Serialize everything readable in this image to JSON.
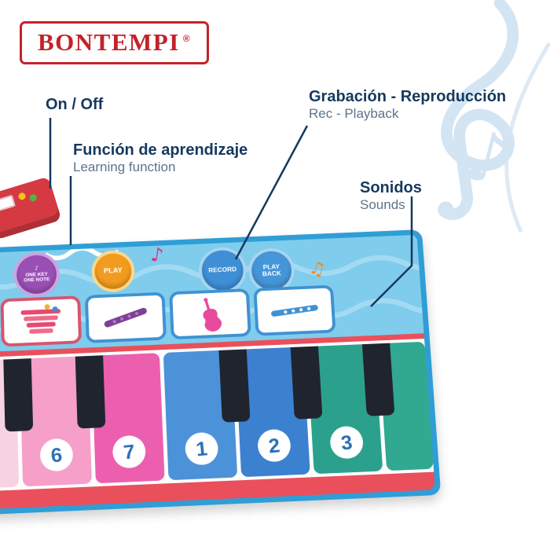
{
  "logo": {
    "text": "BONTEMPI",
    "registered": "®"
  },
  "callouts": {
    "on_off": {
      "title": "On / Off"
    },
    "learning": {
      "title": "Función de aprendizaje",
      "subtitle": "Learning function"
    },
    "recording": {
      "title": "Grabación - Reproducción",
      "subtitle": "Rec - Playback"
    },
    "sounds": {
      "title": "Sonidos",
      "subtitle": "Sounds"
    }
  },
  "watermark": {
    "note": "♪"
  },
  "mat": {
    "buttons": {
      "one_key_line1": "ONE KEY",
      "one_key_line2": "ONE NOTE",
      "play": "PLAY",
      "record": "RECORD",
      "playback_line1": "PLAY",
      "playback_line2": "BACK"
    },
    "decorations": {
      "note_single": "♪",
      "note_double": "♫"
    },
    "keys": [
      {
        "number": "",
        "color": "#f7d2e2"
      },
      {
        "number": "6",
        "color": "#f59fc9"
      },
      {
        "number": "7",
        "color": "#ec5fae"
      },
      {
        "number": "1",
        "color": "#4b92d9"
      },
      {
        "number": "2",
        "color": "#3c80d0"
      },
      {
        "number": "3",
        "color": "#2ba18d"
      },
      {
        "number": "",
        "color": "#31a890"
      }
    ]
  },
  "colors": {
    "brand_red": "#c4222a",
    "text_navy": "#16395e",
    "text_gray": "#5d7488",
    "mat_edge_blue": "#2f9ed6",
    "mat_band_red": "#ea4f5c",
    "mat_top_blue": "#7fccec",
    "button_purple": "#9a4fb5",
    "button_orange": "#f29c1f",
    "button_blue": "#3e8fd6",
    "watermark_blue": "#d3e4f3"
  }
}
